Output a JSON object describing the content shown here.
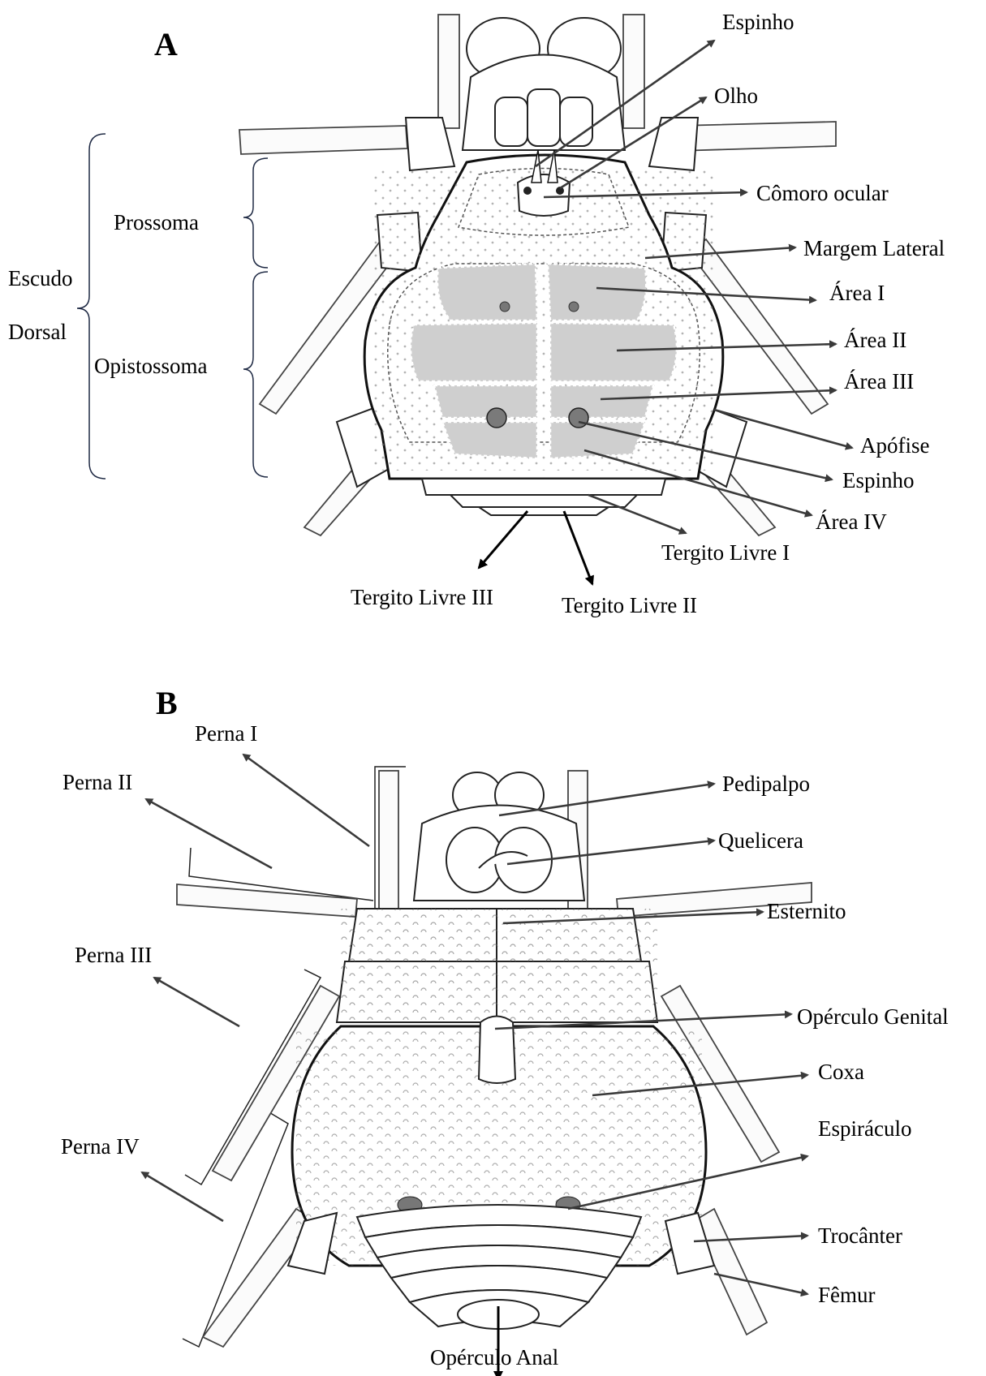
{
  "panels": {
    "a": "A",
    "b": "B"
  },
  "panel_a": {
    "brace_labels": {
      "prossoma": "Prossoma",
      "opistossoma": "Opistossoma",
      "escudo": "Escudo",
      "dorsal": "Dorsal"
    },
    "labels": {
      "espinho_top": "Espinho",
      "olho": "Olho",
      "comoro_ocular": "Cômoro ocular",
      "margem_lateral": "Margem Lateral",
      "area_i": "Área I",
      "area_ii": "Área II",
      "area_iii": "Área III",
      "apofise": "Apófise",
      "espinho_bottom": "Espinho",
      "area_iv": "Área IV",
      "tergito_livre_i": "Tergito Livre I",
      "tergito_livre_iii": "Tergito Livre III",
      "tergito_livre_ii": "Tergito Livre II"
    }
  },
  "panel_b": {
    "labels": {
      "perna_i": "Perna I",
      "perna_ii": "Perna II",
      "perna_iii": "Perna III",
      "perna_iv": "Perna IV",
      "pedipalpo": "Pedipalpo",
      "quelicera": "Quelicera",
      "esternito": "Esternito",
      "operculo_genital": "Opérculo Genital",
      "coxa": "Coxa",
      "espiraculo": "Espiráculo",
      "trocanter": "Trocânter",
      "femur": "Fêmur",
      "operculo_anal": "Opérculo Anal"
    }
  },
  "colors": {
    "area_fill": "#cfcfcf",
    "line": "#3a3a3a",
    "spiracle": "#7a7a7a"
  }
}
